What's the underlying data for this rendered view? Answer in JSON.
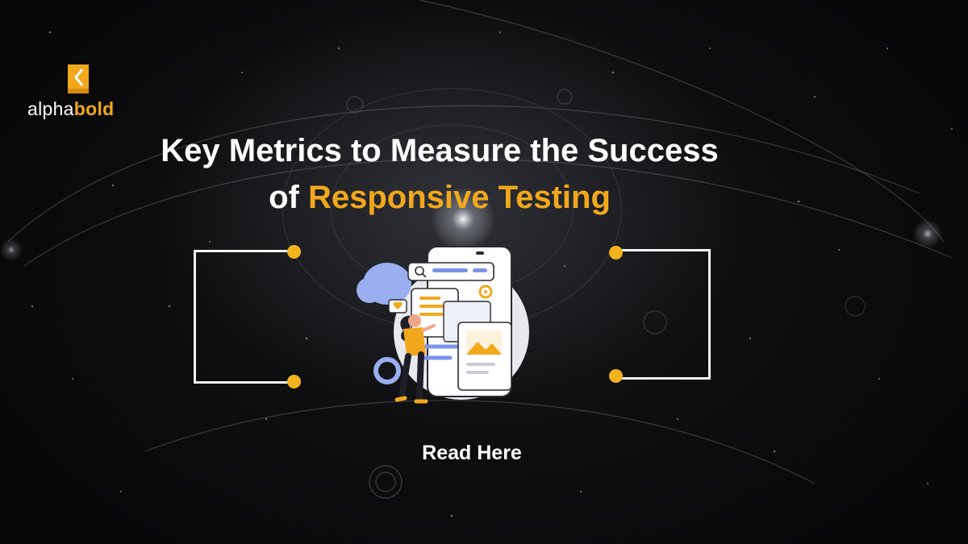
{
  "brand": {
    "name_light": "alpha",
    "name_bold": "bold",
    "accent_color": "#f2a81d"
  },
  "headline": {
    "line1": "Key Metrics to Measure the Success",
    "line2_prefix": "of",
    "line2_highlight": "Responsive Testing"
  },
  "cta": {
    "label": "Read Here"
  },
  "illustration": {
    "icons": [
      "search-icon",
      "gear-icon",
      "heart-icon",
      "image-icon"
    ]
  }
}
